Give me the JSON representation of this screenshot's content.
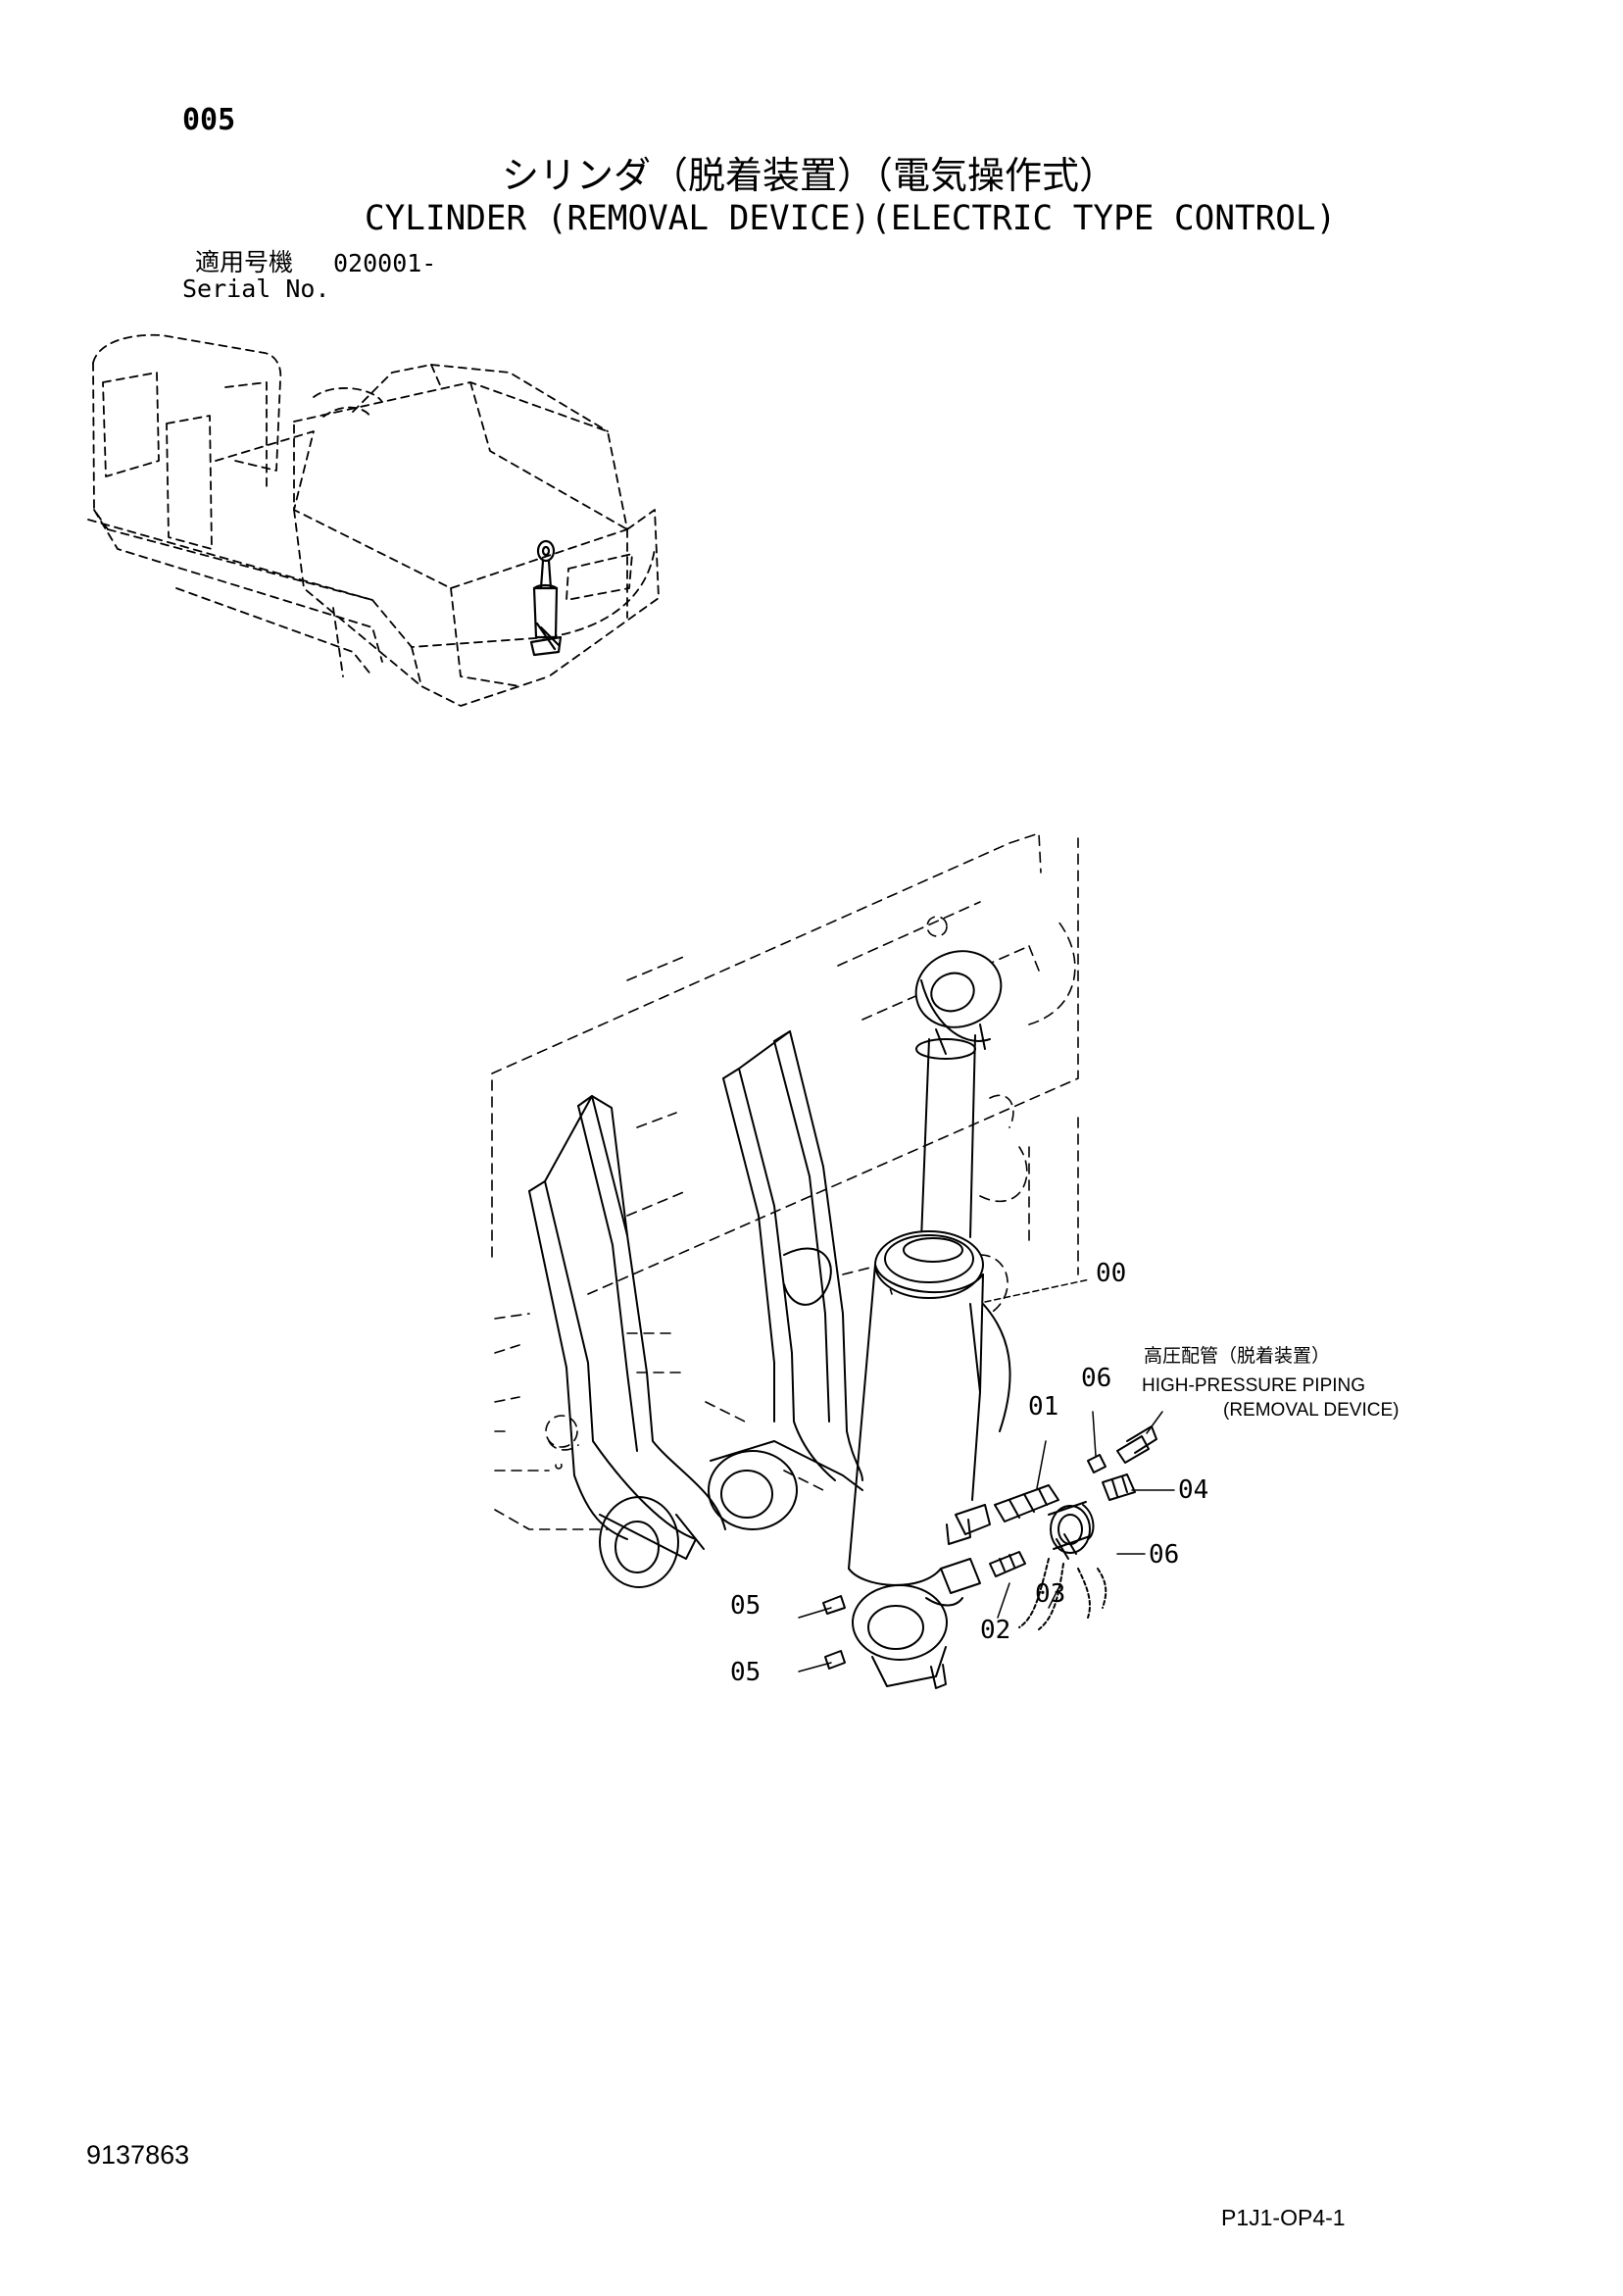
{
  "page": {
    "number": "005",
    "title_jp": "シリンダ（脱着装置）（電気操作式）",
    "title_en": "CYLINDER (REMOVAL DEVICE)(ELECTRIC TYPE CONTROL)",
    "serial_label_jp": "適用号機",
    "serial_value": "020001-",
    "serial_label_en": "Serial No.",
    "doc_code": "9137863",
    "page_code": "P1J1-OP4-1"
  },
  "callouts": {
    "high_pressure_jp": "高圧配管（脱着装置）",
    "high_pressure_en_1": "HIGH-PRESSURE PIPING",
    "high_pressure_en_2": "(REMOVAL DEVICE)"
  },
  "parts": [
    {
      "id": "part-00",
      "label": "00"
    },
    {
      "id": "part-01",
      "label": "01"
    },
    {
      "id": "part-02",
      "label": "02"
    },
    {
      "id": "part-03",
      "label": "03"
    },
    {
      "id": "part-04",
      "label": "04"
    },
    {
      "id": "part-05a",
      "label": "05"
    },
    {
      "id": "part-05b",
      "label": "05"
    },
    {
      "id": "part-06a",
      "label": "06"
    },
    {
      "id": "part-06b",
      "label": "06"
    }
  ],
  "colors": {
    "ink": "#000000",
    "paper": "#ffffff"
  }
}
